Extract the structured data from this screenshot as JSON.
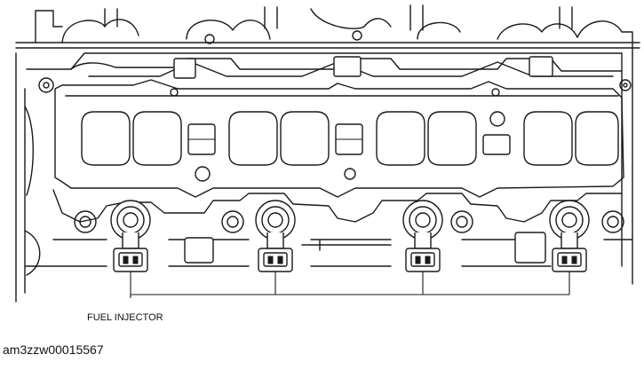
{
  "diagram": {
    "callout_label": "FUEL INJECTOR",
    "caption_code": "am3zzw00015567",
    "injector_count": 4
  }
}
